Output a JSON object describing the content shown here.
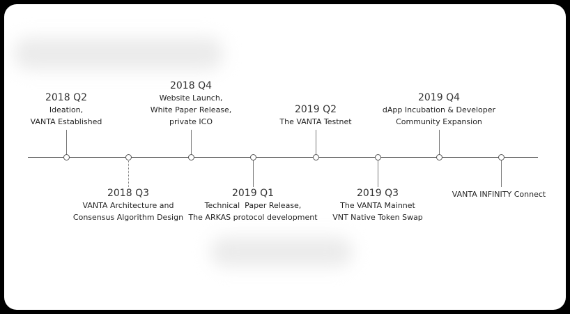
{
  "timeline": [
    {
      "quarter": "2018 Q2",
      "lines": [
        "Ideation,",
        "VANTA Established"
      ]
    },
    {
      "quarter": "2018 Q3",
      "lines": [
        "VANTA Architecture and",
        "Consensus Algorithm Design"
      ]
    },
    {
      "quarter": "2018 Q4",
      "lines": [
        "Website Launch,",
        "White Paper Release,",
        "private ICO"
      ]
    },
    {
      "quarter": "2019 Q1",
      "lines": [
        "Technical  Paper Release,",
        "The ARKAS protocol development"
      ]
    },
    {
      "quarter": "2019 Q2",
      "lines": [
        "The VANTA Testnet"
      ]
    },
    {
      "quarter": "2019 Q3",
      "lines": [
        "The VANTA Mainnet",
        "VNT Native Token Swap"
      ]
    },
    {
      "quarter": "2019 Q4",
      "lines": [
        "dApp Incubation & Developer",
        "Community Expansion"
      ]
    },
    {
      "quarter": "",
      "lines": [
        "VANTA INFINITY Connect"
      ]
    }
  ]
}
